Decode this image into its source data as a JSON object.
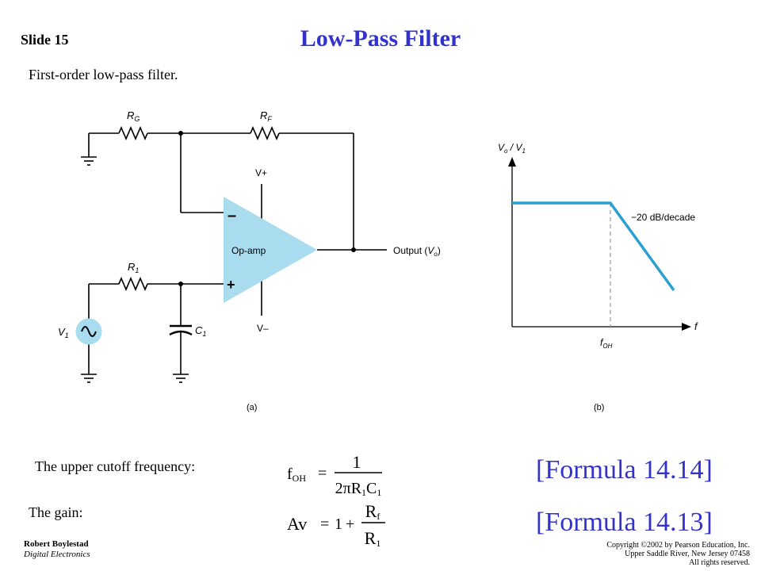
{
  "slide": {
    "label": "Slide 15",
    "title": "Low-Pass Filter",
    "subtitle": "First-order low-pass filter."
  },
  "circuit": {
    "rg": "R",
    "rg_sub": "G",
    "rf": "R",
    "rf_sub": "F",
    "r1": "R",
    "r1_sub": "1",
    "c1": "C",
    "c1_sub": "1",
    "vplus": "V+",
    "vminus": "V–",
    "v1": "V",
    "v1_sub": "1",
    "opamp": "Op-amp",
    "minus_sign": "–",
    "plus_sign": "+",
    "output_prefix": "Output (",
    "output_v": "V",
    "output_sub": "o",
    "output_suffix": ")",
    "caption": "(a)"
  },
  "response_graph": {
    "ylabel_v": "V",
    "ylabel_o": "o",
    "ylabel_slash": " / V",
    "ylabel_1": "1",
    "slope_label": "−20 dB/decade",
    "xlabel": "f",
    "cutoff_f": "f",
    "cutoff_sub": "OH",
    "caption": "(b)",
    "line_color": "#2aa0d0"
  },
  "formulas": {
    "cutoff_label": "The upper cutoff frequency:",
    "gain_label": "The gain:",
    "f1_lhs": "f",
    "f1_lhs_sub": "OH",
    "f1_eq": "=",
    "f1_num": "1",
    "f1_den": "2πR",
    "f1_den_sub1": "1",
    "f1_den_c": "C",
    "f1_den_sub2": "1",
    "f2_lhs": "Av",
    "f2_eq": "=",
    "f2_one": "1",
    "f2_plus": "+",
    "f2_num": "R",
    "f2_num_sub": "f",
    "f2_den": "R",
    "f2_den_sub": "1",
    "ref_1414": "[Formula 14.14]",
    "ref_1413": "[Formula 14.13]"
  },
  "footer": {
    "author": "Robert Boylestad",
    "book": "Digital Electronics",
    "copyright_1": "Copyright ©2002 by Pearson Education, Inc.",
    "copyright_2": "Upper Saddle River, New Jersey 07458",
    "copyright_3": "All rights reserved."
  },
  "colors": {
    "title": "#3333cc",
    "opamp_fill": "#a8dcee",
    "curve": "#2aa0d0"
  }
}
